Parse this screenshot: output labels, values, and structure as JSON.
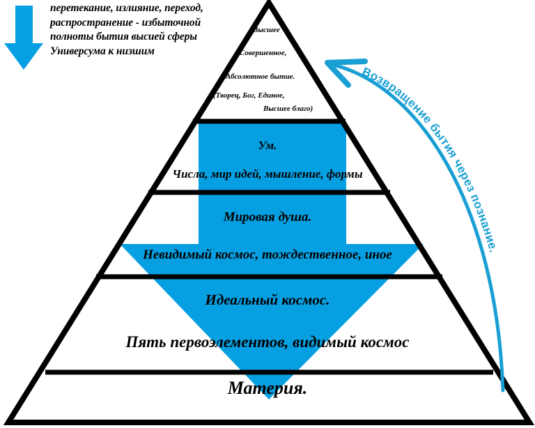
{
  "diagram": {
    "title_text": "Neoplatonic emanation pyramid",
    "accent_blue": "#06A0E2",
    "curve_blue": "#1A9FD4",
    "outline_black": "#000000",
    "background": "#FFFFFF"
  },
  "annotations": {
    "descent_arrow_icon": "down-arrow-icon",
    "descent_text": "перетекание, излияние, переход, распространение - избыточной полноты бытия высией сферы Универсума к низшим",
    "ascent_arrow_icon": "curved-up-arrow-icon",
    "ascent_text": "Возвращение бытия через познание."
  },
  "pyramid": {
    "levels": [
      {
        "id": "level-1",
        "lines": [
          "Высшее",
          "Совершенное,",
          "Абсолютное бытие.",
          "(Творец, Бог, Единое,",
          "Высшее благо)"
        ]
      },
      {
        "id": "level-2",
        "main": "Ум.",
        "sub": "Числа, мир идей, мышление, формы"
      },
      {
        "id": "level-3",
        "main": "Мировая душа.",
        "sub": "Невидимый космос, тождественное, иное"
      },
      {
        "id": "level-4",
        "main": "Идеальный космос.",
        "sub": "Пять первоэлементов, видимый космос"
      },
      {
        "id": "level-5",
        "main": "Материя."
      }
    ]
  }
}
